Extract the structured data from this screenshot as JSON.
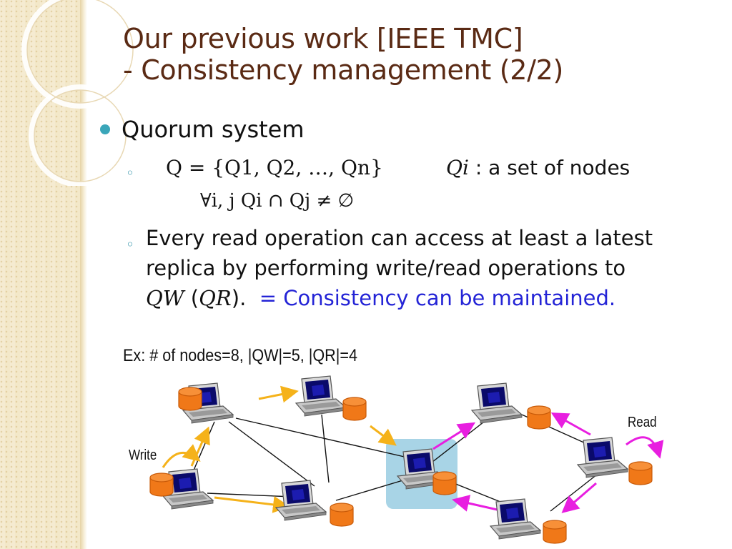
{
  "slide": {
    "title_line1": "Our previous work [IEEE TMC]",
    "title_line2": "- Consistency management (2/2)",
    "bullet_main": "Quorum system",
    "formula_q": "Q = {Q1, Q2, …, Qn}",
    "qi_symbol": "Qi",
    "qi_desc": ": a set of nodes",
    "formula_forall": "∀i, j  Qi ∩ Qj ≠ ∅",
    "sub2_line1": "Every read operation can access at least a latest",
    "sub2_line2": "replica by performing write/read operations to",
    "sub2_qw": "QW",
    "sub2_qr": "QR",
    "sub2_conclusion": "= Consistency can be maintained.",
    "example": "Ex: # of nodes=8, |QW|=5, |QR|=4",
    "label_write": "Write",
    "label_read": "Read"
  },
  "colors": {
    "title": "#5a2a14",
    "bullet": "#3aa6b9",
    "highlight": "#2424d6",
    "write_arrow": "#f5b21a",
    "read_arrow": "#e81ee0",
    "db": "#f07818",
    "shared_box": "#a8d4e6"
  },
  "network": {
    "node_icon": "laptop-icon",
    "replica_icon": "database-icon"
  }
}
